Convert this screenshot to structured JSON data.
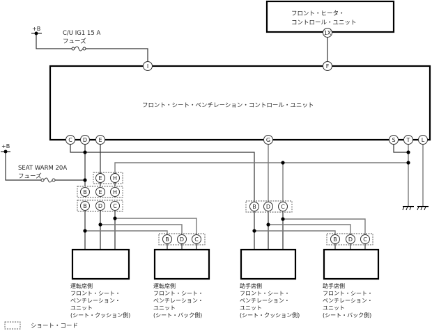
{
  "heater_unit": {
    "label_line1": "フロント・ヒータ・",
    "label_line2": "コントロール・ユニット",
    "pin": "1X"
  },
  "main_unit": {
    "label": "フロント・シート・ベンチレーション・コントロール・ユニット",
    "top_pins": [
      "I",
      "F"
    ],
    "bottom_pins": [
      "C",
      "D",
      "E",
      "G",
      "S",
      "T",
      "L"
    ]
  },
  "power": {
    "ig_plus": "+B",
    "ig_fuse_line1": "C/U IG1  15 A",
    "ig_fuse_line2": "フューズ",
    "seat_plus": "+B",
    "seat_fuse_line1": "SEAT WARM 20A",
    "seat_fuse_line2": "フューズ"
  },
  "connectors": {
    "row1": [
      "E",
      "H"
    ],
    "row2": [
      "B",
      "E",
      "H"
    ],
    "row3": [
      "B",
      "D",
      "C"
    ],
    "driver_back": [
      "B",
      "D",
      "C"
    ],
    "passenger_cushion": [
      "B",
      "D",
      "C"
    ],
    "passenger_back": [
      "B",
      "D",
      "C"
    ]
  },
  "units": [
    {
      "lines": [
        "運転席側",
        "フロント・シート・",
        "ベンチレーション・",
        "ユニット",
        "(シート・クッション側)"
      ]
    },
    {
      "lines": [
        "運転席側",
        "フロント・シート・",
        "ベンチレーション・",
        "ユニット",
        "(シート・バック側)"
      ]
    },
    {
      "lines": [
        "助手席側",
        "フロント・シート・",
        "ベンチレーション・",
        "ユニット",
        "(シート・クッション側)"
      ]
    },
    {
      "lines": [
        "助手席側",
        "フロント・シート・",
        "ベンチレーション・",
        "ユニット",
        "(シート・バック側)"
      ]
    }
  ],
  "legend": {
    "short_connector": "ショート・コード"
  }
}
